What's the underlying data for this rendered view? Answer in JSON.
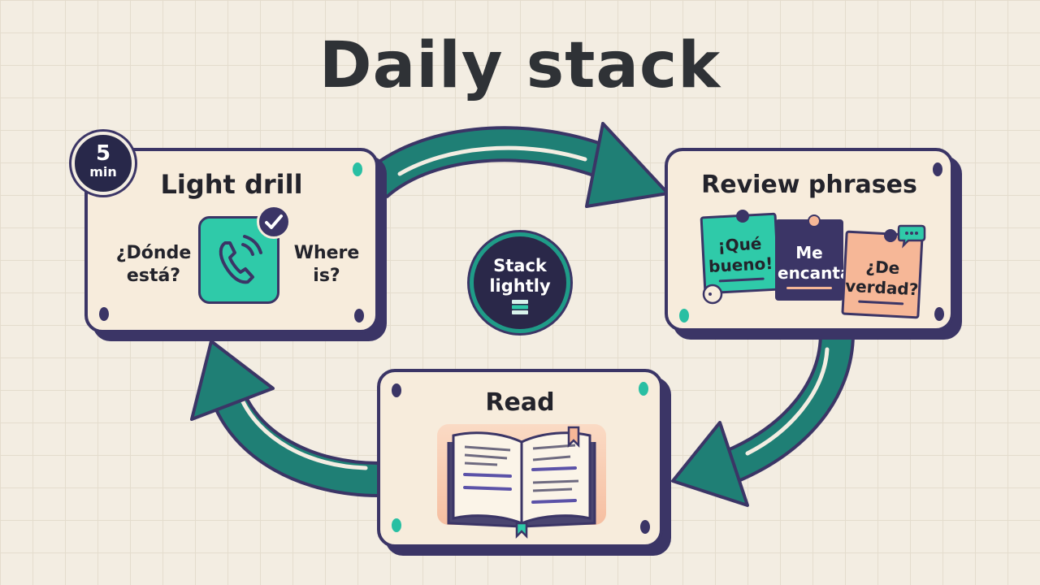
{
  "title": "Daily stack",
  "center_badge": {
    "line1": "Stack",
    "line2": "lightly",
    "icon": "stack-layers-icon"
  },
  "steps": {
    "drill": {
      "title": "Light drill",
      "timer_value": "5",
      "timer_unit": "min",
      "phrase_es_line1": "¿Dónde",
      "phrase_es_line2": "está?",
      "phrase_en_line1": "Where",
      "phrase_en_line2": "is?",
      "icon": "phone-icon",
      "badge_icon": "check-icon"
    },
    "review": {
      "title": "Review phrases",
      "notes": [
        {
          "line1": "¡Qué",
          "line2": "bueno!"
        },
        {
          "line1": "Me",
          "line2": "encanta"
        },
        {
          "line1": "¿De",
          "line2": "verdad?"
        }
      ]
    },
    "read": {
      "title": "Read",
      "icon": "open-book-icon"
    }
  },
  "colors": {
    "background": "#f3ede2",
    "card": "#f7ecdc",
    "outline": "#3b3566",
    "arrow": "#1f7f75",
    "teal": "#2fcaa9",
    "peach": "#f6b797"
  }
}
